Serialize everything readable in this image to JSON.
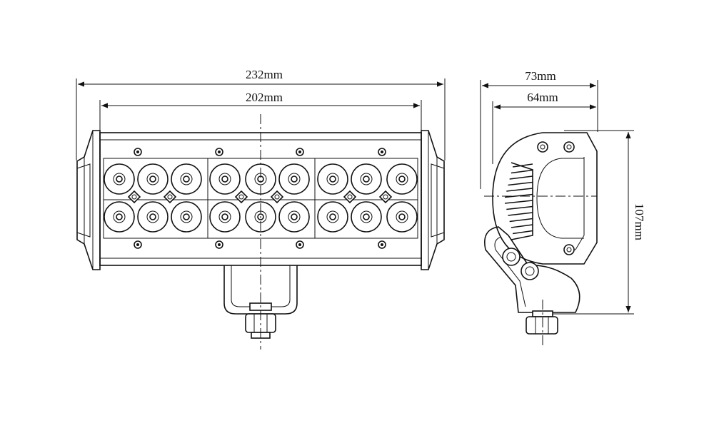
{
  "dimensions": {
    "front_overall_width": "232mm",
    "front_lens_width": "202mm",
    "side_overall_depth": "73mm",
    "side_body_depth": "64mm",
    "side_height": "107mm"
  },
  "colors": {
    "line": "#111111",
    "background": "#ffffff"
  },
  "front_view": {
    "led_rows": 2,
    "led_columns": 9,
    "lens_sections": 3
  }
}
